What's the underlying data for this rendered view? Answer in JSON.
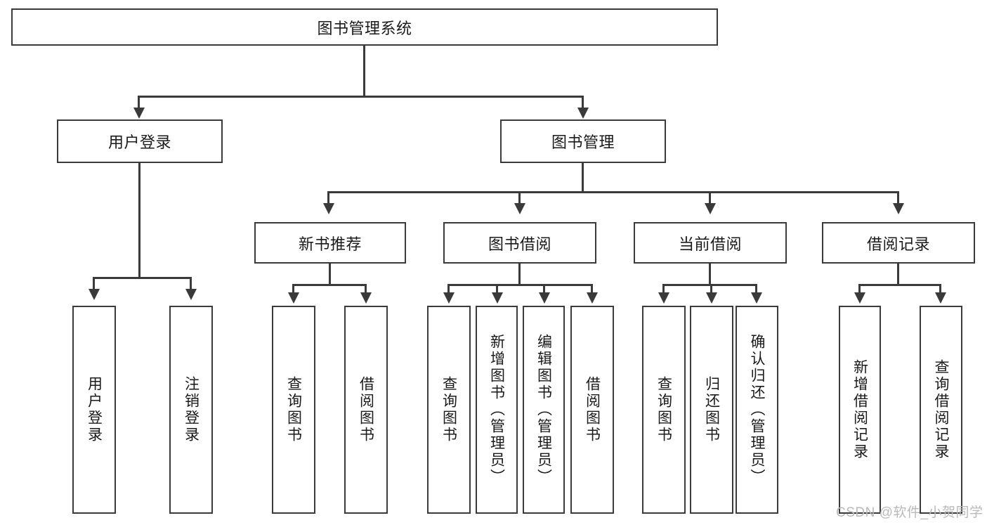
{
  "diagram": {
    "title_node": {
      "label": "图书管理系统"
    },
    "level2": [
      {
        "label": "用户登录"
      },
      {
        "label": "图书管理"
      }
    ],
    "level3": [
      {
        "label": "新书推荐"
      },
      {
        "label": "图书借阅"
      },
      {
        "label": "当前借阅"
      },
      {
        "label": "借阅记录"
      }
    ],
    "leaves": {
      "user_login": [
        {
          "label": "用户登录"
        },
        {
          "label": "注销登录"
        }
      ],
      "new_book_recommend": [
        {
          "label": "查询图书"
        },
        {
          "label": "借阅图书"
        }
      ],
      "book_borrow": [
        {
          "label": "查询图书"
        },
        {
          "label": "新增图书（管理员）"
        },
        {
          "label": "编辑图书（管理员）"
        },
        {
          "label": "借阅图书"
        }
      ],
      "current_borrow": [
        {
          "label": "查询图书"
        },
        {
          "label": "归还图书"
        },
        {
          "label": "确认归还（管理员）"
        }
      ],
      "borrow_record": [
        {
          "label": "新增借阅记录"
        },
        {
          "label": "查询借阅记录"
        }
      ]
    }
  },
  "watermark": {
    "text": "CSDN @软件_小贺同学"
  },
  "colors": {
    "stroke": "#3a3a3a",
    "fill": "#ffffff",
    "text": "#1a1a1a",
    "watermark": "#b9b9b9"
  }
}
